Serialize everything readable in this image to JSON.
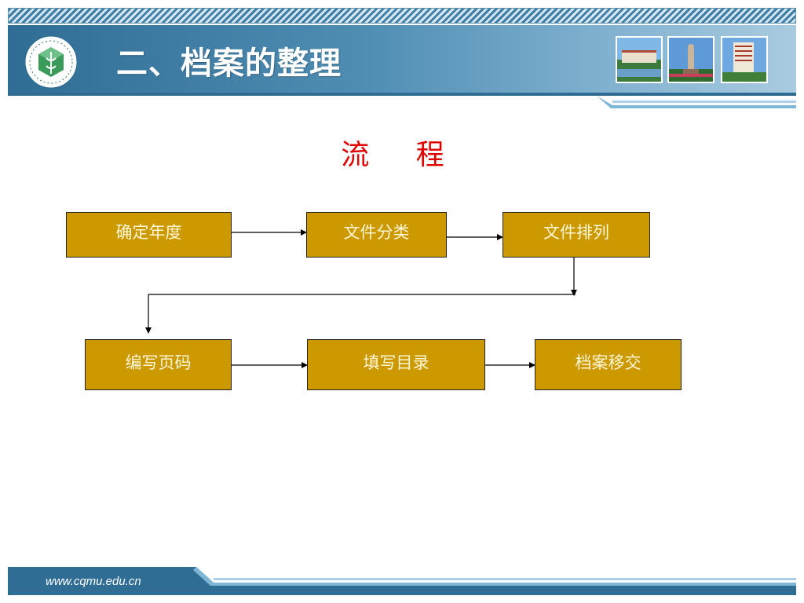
{
  "header": {
    "title": "二、档案的整理",
    "logo_icon": "university-emblem-icon",
    "photos": [
      "campus-building-photo",
      "statue-photo",
      "hospital-building-photo"
    ]
  },
  "main": {
    "subtitle": "流 程",
    "flow_row1": [
      "确定年度",
      "文件分类",
      "文件排列"
    ],
    "flow_row2": [
      "编写页码",
      "填写目录",
      "档案移交"
    ]
  },
  "footer": {
    "url": "www.cqmu.edu.cn"
  },
  "colors": {
    "header_blue": "#2f6d95",
    "box_fill": "#cc9900",
    "subtitle_red": "#e00000"
  }
}
